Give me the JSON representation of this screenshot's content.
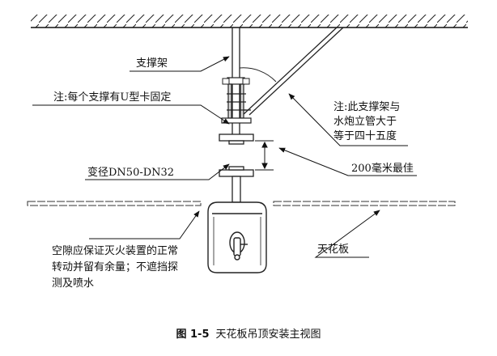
{
  "labels": {
    "support_frame": "支撑架",
    "u_clamp_note": "注:每个支撑有U型卡固定",
    "reducer": "变径DN50-DN32",
    "angle_note": [
      "注:此支撑架与",
      "水炮立管大于",
      "等于四十五度"
    ],
    "best_distance": "200毫米最佳",
    "ceiling_board": "天花板",
    "clearance_note": [
      "空隙应保证灭火装置的正常",
      "转动并留有余量；不遮挡探",
      "测及喷水"
    ]
  },
  "caption": {
    "number": "图 1-5",
    "title": "天花板吊顶安装主视图"
  }
}
